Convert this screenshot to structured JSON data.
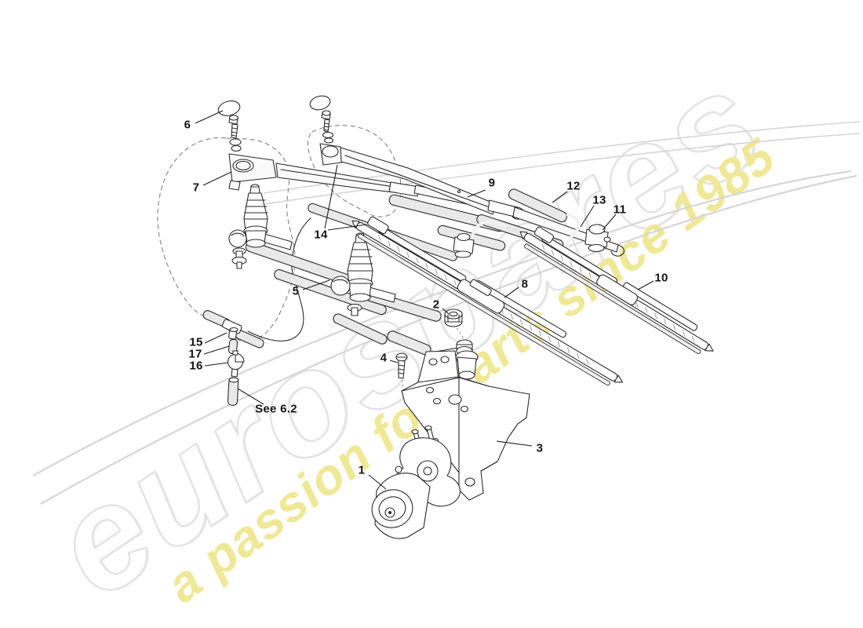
{
  "watermark": {
    "brand_text": "eurospares",
    "tagline_text": "a passion for parts since 1985",
    "brand_fill": "#ffffff",
    "brand_outline": "#e3e3e3",
    "tagline_color": "#efe896"
  },
  "drawing": {
    "line_color": "#2b2b2b",
    "tube_fill": "#e9e9e9",
    "dashed_outline_color": "#777777"
  },
  "callouts": [
    {
      "id": "1",
      "label": "1"
    },
    {
      "id": "2",
      "label": "2"
    },
    {
      "id": "3",
      "label": "3"
    },
    {
      "id": "4",
      "label": "4"
    },
    {
      "id": "5",
      "label": "5"
    },
    {
      "id": "6",
      "label": "6"
    },
    {
      "id": "7",
      "label": "7"
    },
    {
      "id": "8",
      "label": "8"
    },
    {
      "id": "9",
      "label": "9"
    },
    {
      "id": "10",
      "label": "10"
    },
    {
      "id": "11",
      "label": "11"
    },
    {
      "id": "12",
      "label": "12"
    },
    {
      "id": "13",
      "label": "13"
    },
    {
      "id": "14",
      "label": "14"
    },
    {
      "id": "15",
      "label": "15"
    },
    {
      "id": "16",
      "label": "16"
    },
    {
      "id": "17",
      "label": "17"
    },
    {
      "id": "see-6-2",
      "label": "See 6.2"
    }
  ]
}
